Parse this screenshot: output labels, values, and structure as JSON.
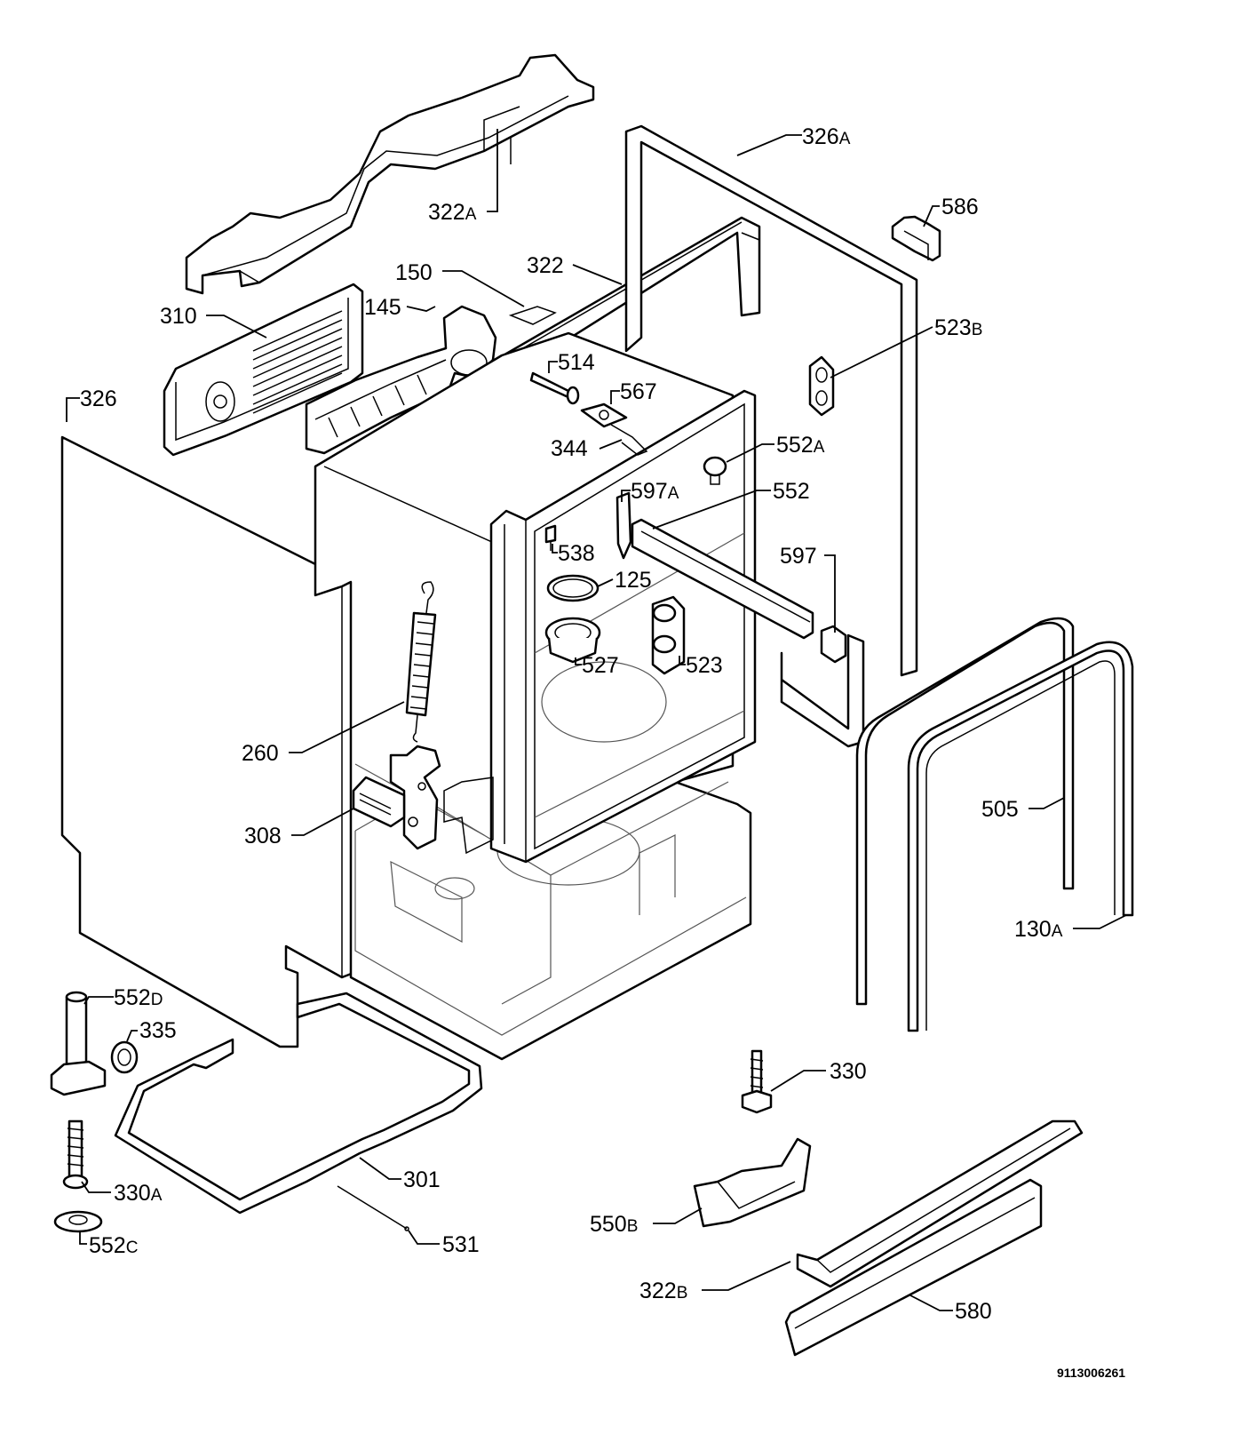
{
  "diagram": {
    "document_number": "9113006261",
    "labels": [
      {
        "id": "lbl-322a",
        "num": "322",
        "suffix": "A"
      },
      {
        "id": "lbl-326a",
        "num": "326",
        "suffix": "A"
      },
      {
        "id": "lbl-586",
        "num": "586",
        "suffix": ""
      },
      {
        "id": "lbl-150",
        "num": "150",
        "suffix": ""
      },
      {
        "id": "lbl-322",
        "num": "322",
        "suffix": ""
      },
      {
        "id": "lbl-310",
        "num": "310",
        "suffix": ""
      },
      {
        "id": "lbl-145",
        "num": "145",
        "suffix": ""
      },
      {
        "id": "lbl-523b",
        "num": "523",
        "suffix": "B"
      },
      {
        "id": "lbl-514",
        "num": "514",
        "suffix": ""
      },
      {
        "id": "lbl-567",
        "num": "567",
        "suffix": ""
      },
      {
        "id": "lbl-326",
        "num": "326",
        "suffix": ""
      },
      {
        "id": "lbl-344",
        "num": "344",
        "suffix": ""
      },
      {
        "id": "lbl-552a",
        "num": "552",
        "suffix": "A"
      },
      {
        "id": "lbl-597a",
        "num": "597",
        "suffix": "A"
      },
      {
        "id": "lbl-552",
        "num": "552",
        "suffix": ""
      },
      {
        "id": "lbl-538",
        "num": "538",
        "suffix": ""
      },
      {
        "id": "lbl-597",
        "num": "597",
        "suffix": ""
      },
      {
        "id": "lbl-125",
        "num": "125",
        "suffix": ""
      },
      {
        "id": "lbl-527",
        "num": "527",
        "suffix": ""
      },
      {
        "id": "lbl-523",
        "num": "523",
        "suffix": ""
      },
      {
        "id": "lbl-260",
        "num": "260",
        "suffix": ""
      },
      {
        "id": "lbl-505",
        "num": "505",
        "suffix": ""
      },
      {
        "id": "lbl-308",
        "num": "308",
        "suffix": ""
      },
      {
        "id": "lbl-130a",
        "num": "130",
        "suffix": "A"
      },
      {
        "id": "lbl-552d",
        "num": "552",
        "suffix": "D"
      },
      {
        "id": "lbl-335",
        "num": "335",
        "suffix": ""
      },
      {
        "id": "lbl-330",
        "num": "330",
        "suffix": ""
      },
      {
        "id": "lbl-301",
        "num": "301",
        "suffix": ""
      },
      {
        "id": "lbl-330a",
        "num": "330",
        "suffix": "A"
      },
      {
        "id": "lbl-550b",
        "num": "550",
        "suffix": "B"
      },
      {
        "id": "lbl-552c",
        "num": "552",
        "suffix": "C"
      },
      {
        "id": "lbl-531",
        "num": "531",
        "suffix": ""
      },
      {
        "id": "lbl-322b",
        "num": "322",
        "suffix": "B"
      },
      {
        "id": "lbl-580",
        "num": "580",
        "suffix": ""
      }
    ]
  }
}
